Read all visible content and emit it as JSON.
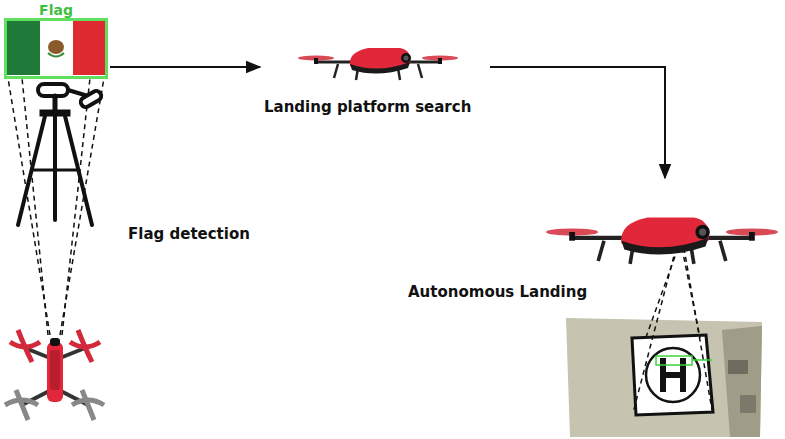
{
  "diagram": {
    "nodes": [
      {
        "text": [
          "Flag"
        ]
      },
      {
        "text": [
          "Landing platform search"
        ]
      },
      {
        "text": [
          "Autonomous Landing"
        ]
      }
    ],
    "edges": [
      {
        "from": 0,
        "to": 1,
        "arrow": "to"
      },
      {
        "from": 1,
        "to": 2,
        "arrow": "to"
      }
    ],
    "labels": [
      "Flag detection"
    ]
  }
}
